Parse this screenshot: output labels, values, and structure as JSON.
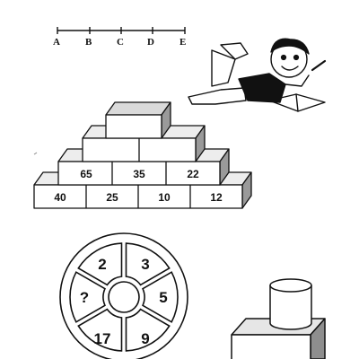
{
  "number_line": {
    "labels": [
      "A",
      "B",
      "C",
      "D",
      "E"
    ]
  },
  "pyramid": {
    "row1": [
      "65",
      "35",
      "22"
    ],
    "row0": [
      "40",
      "25",
      "10",
      "12"
    ]
  },
  "wheel": {
    "segments": [
      "2",
      "3",
      "5",
      "9",
      "17",
      "?"
    ]
  }
}
